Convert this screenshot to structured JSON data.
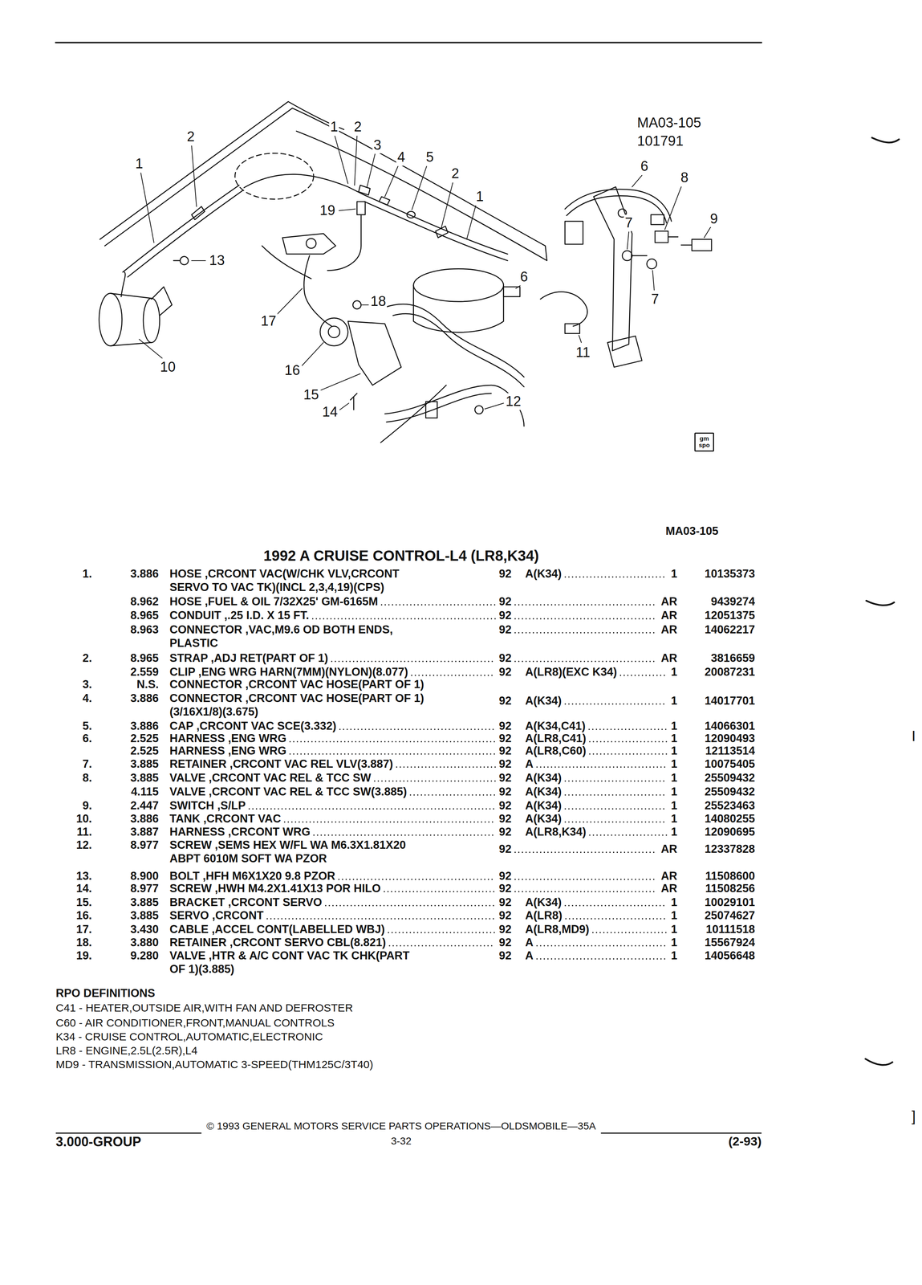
{
  "diagram": {
    "title": "1992 A CRUISE CONTROL-L4 (LR8,K34)",
    "nodes": [
      {
        "text": [
          "gm spo"
        ]
      }
    ],
    "labels": [
      "MA03-105",
      "101791",
      "2",
      "1",
      "1",
      "2",
      "3",
      "4",
      "5",
      "2",
      "1",
      "19",
      "13",
      "6",
      "10",
      "17",
      "18",
      "16",
      "15",
      "14",
      "12",
      "6",
      "8",
      "9",
      "7",
      "7",
      "11",
      "MA03-105",
      "1.",
      "3.886",
      "HOSE ,CRCONT VAC(W/CHK VLV,CRCONT SERVO TO VAC TK)(INCL 2,3,4,19)(CPS)",
      "92",
      "A(K34)",
      "1",
      "10135373",
      "8.962",
      "HOSE ,FUEL & OIL 7/32X25' GM-6165M",
      "92",
      "AR",
      "9439274",
      "8.965",
      "CONDUIT ,.25 I.D. X 15 FT.",
      "92",
      "AR",
      "12051375",
      "8.963",
      "CONNECTOR ,VAC,M9.6 OD BOTH ENDS, PLASTIC",
      "92",
      "AR",
      "14062217",
      "2.",
      "8.965",
      "STRAP ,ADJ RET(PART OF 1)",
      "92",
      "AR",
      "3816659",
      "2.559",
      "CLIP ,ENG WRG HARN(7MM)(NYLON)(8.077)",
      "92",
      "A(LR8)(EXC K34)",
      "1",
      "20087231",
      "3.",
      "N.S.",
      "CONNECTOR ,CRCONT VAC HOSE(PART OF 1)",
      "4.",
      "3.886",
      "CONNECTOR ,CRCONT VAC HOSE(PART OF 1) (3/16X1/8)(3.675)",
      "92",
      "A(K34)",
      "1",
      "14017701",
      "5.",
      "3.886",
      "CAP ,CRCONT VAC SCE(3.332)",
      "92",
      "A(K34,C41)",
      "1",
      "14066301",
      "6.",
      "2.525",
      "HARNESS ,ENG WRG",
      "92",
      "A(LR8,C41)",
      "1",
      "12090493",
      "2.525",
      "HARNESS ,ENG WRG",
      "92",
      "A(LR8,C60)",
      "1",
      "12113514",
      "7.",
      "3.885",
      "RETAINER ,CRCONT VAC REL VLV(3.887)",
      "92",
      "A",
      "1",
      "10075405",
      "8.",
      "3.885",
      "VALVE ,CRCONT VAC REL & TCC SW",
      "92",
      "A(K34)",
      "1",
      "25509432",
      "4.115",
      "VALVE ,CRCONT VAC REL & TCC SW(3.885)",
      "92",
      "A(K34)",
      "1",
      "25509432",
      "9.",
      "2.447",
      "SWITCH ,S/LP",
      "92",
      "A(K34)",
      "1",
      "25523463",
      "10.",
      "3.886",
      "TANK ,CRCONT VAC",
      "92",
      "A(K34)",
      "1",
      "14080255",
      "11.",
      "3.887",
      "HARNESS ,CRCONT WRG",
      "92",
      "A(LR8,K34)",
      "1",
      "12090695",
      "12.",
      "8.977",
      "SCREW ,SEMS HEX W/FL WA M6.3X1.81X20 ABPT 6010M SOFT WA PZOR",
      "92",
      "AR",
      "12337828",
      "13.",
      "8.900",
      "BOLT ,HFH M6X1X20 9.8 PZOR",
      "92",
      "AR",
      "11508600",
      "14.",
      "8.977",
      "SCREW ,HWH M4.2X1.41X13 POR HILO",
      "92",
      "AR",
      "11508256",
      "15.",
      "3.885",
      "BRACKET ,CRCONT SERVO",
      "92",
      "A(K34)",
      "1",
      "10029101",
      "16.",
      "3.885",
      "SERVO ,CRCONT",
      "92",
      "A(LR8)",
      "1",
      "25074627",
      "17.",
      "3.430",
      "CABLE ,ACCEL CONT(LABELLED WBJ)",
      "92",
      "A(LR8,MD9)",
      "1",
      "10111518",
      "18.",
      "3.880",
      "RETAINER ,CRCONT SERVO CBL(8.821)",
      "92",
      "A",
      "1",
      "15567924",
      "19.",
      "9.280",
      "VALVE ,HTR & A/C CONT VAC TK CHK(PART OF 1)(3.885)",
      "92",
      "A",
      "1",
      "14056648",
      "RPO DEFINITIONS",
      "C41 - HEATER,OUTSIDE AIR,WITH FAN AND DEFROSTER",
      "C60 - AIR CONDITIONER,FRONT,MANUAL CONTROLS",
      "K34 - CRUISE CONTROL,AUTOMATIC,ELECTRONIC",
      "LR8 - ENGINE,2.5L(2.5R),L4",
      "MD9 - TRANSMISSION,AUTOMATIC 3-SPEED(THM125C/3T40)",
      "© 1993 GENERAL MOTORS SERVICE PARTS OPERATIONS—OLDSMOBILE—35A",
      "3.000-GROUP",
      "3-32",
      "(2-93)",
      "I",
      "]"
    ]
  }
}
